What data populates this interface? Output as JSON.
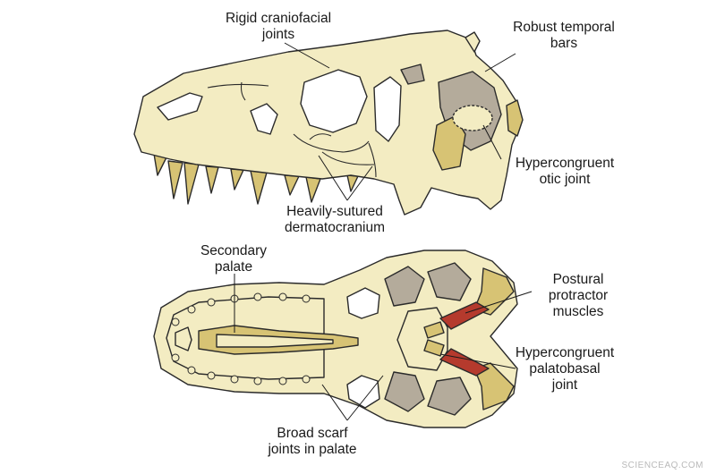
{
  "colors": {
    "bone": "#f3ecc2",
    "bone_dark": "#d6c684",
    "tooth": "#d7c374",
    "gray_fill": "#b4ab9b",
    "outline": "#2b2b2b",
    "muscle": "#b53a2d"
  },
  "labels": {
    "rigid_joints": "Rigid craniofacial\njoints",
    "temporal_bars": "Robust temporal\nbars",
    "otic_joint": "Hypercongruent\notic joint",
    "dermatocranium": "Heavily-sutured\ndermatocranium",
    "secondary_palate": "Secondary\npalate",
    "postural_muscles": "Postural\nprotractor\nmuscles",
    "palatobasal_joint": "Hypercongruent\npalatobasal\njoint",
    "scarf_joints": "Broad scarf\njoints in palate"
  },
  "watermark": "SCIENCEAQ.COM"
}
